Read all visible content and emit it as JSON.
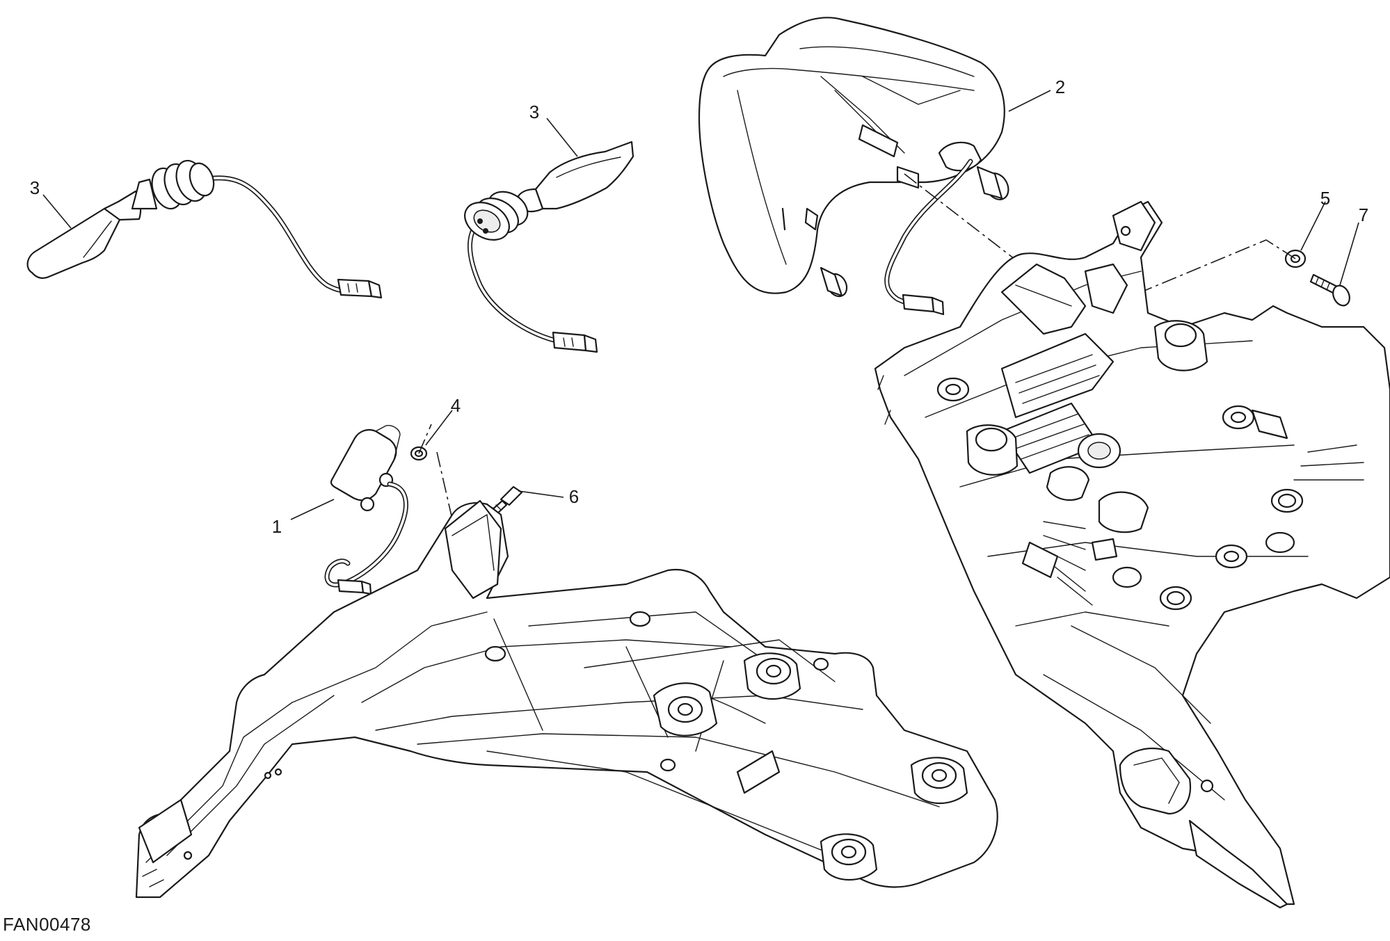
{
  "drawing_code": "FAN00478",
  "callouts": [
    {
      "id": "c1",
      "label": "1"
    },
    {
      "id": "c2",
      "label": "2"
    },
    {
      "id": "c3a",
      "label": "3"
    },
    {
      "id": "c3b",
      "label": "3"
    },
    {
      "id": "c4",
      "label": "4"
    },
    {
      "id": "c5",
      "label": "5"
    },
    {
      "id": "c6",
      "label": "6"
    },
    {
      "id": "c7",
      "label": "7"
    }
  ],
  "colors": {
    "line": "#1a1a1a",
    "background": "#ffffff",
    "shade": "#ededed"
  }
}
